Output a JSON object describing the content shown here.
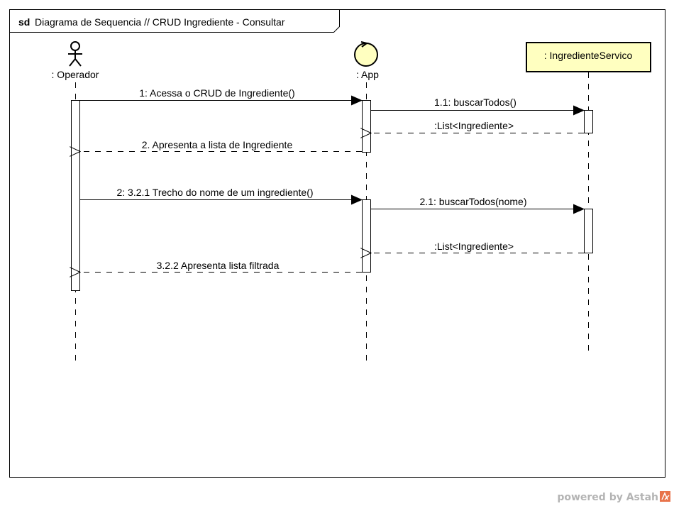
{
  "frame": {
    "keyword": "sd",
    "title": "Diagrama de Sequencia // CRUD Ingrediente - Consultar"
  },
  "lifelines": {
    "operador": {
      "label": ": Operador",
      "kind": "actor"
    },
    "app": {
      "label": ": App",
      "kind": "control"
    },
    "servico": {
      "label": ": IngredienteServico",
      "kind": "object",
      "fill": "#ffffc0",
      "border": "#000000"
    }
  },
  "messages": {
    "m1": "1: Acessa o CRUD de Ingrediente()",
    "m1_1": "1.1: buscarTodos()",
    "r1_1": ":List<Ingrediente>",
    "m2": "2. Apresenta a lista de Ingrediente",
    "m3": "2: 3.2.1 Trecho do nome de um ingrediente()",
    "m2_1": "2.1: buscarTodos(nome)",
    "r2_1": ":List<Ingrediente>",
    "m4": "3.2.2 Apresenta lista filtrada"
  },
  "watermark": {
    "text": "powered by Astah",
    "icon": "astah-logo-icon",
    "accent": "#e8734a"
  }
}
